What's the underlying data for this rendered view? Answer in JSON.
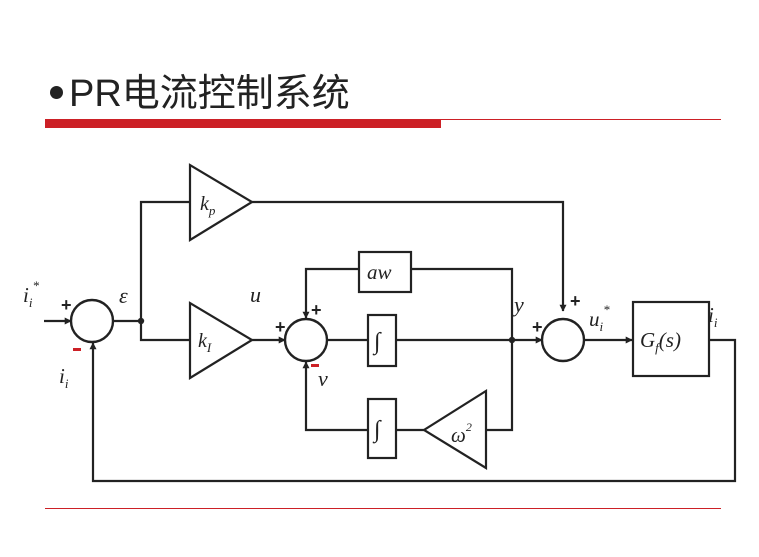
{
  "title": "PR电流控制系统",
  "colors": {
    "accent": "#cc2026",
    "line": "#222222"
  },
  "diagram": {
    "blocks": {
      "kp": {
        "main": "k",
        "sub": "p"
      },
      "kI": {
        "main": "k",
        "sub": "I"
      },
      "aw": "aw",
      "int1": "∫",
      "int2": "∫",
      "omega2": {
        "main": "ω",
        "sup": "2"
      },
      "gf": {
        "main": "G",
        "sub": "f",
        "tail": "(s)"
      }
    },
    "signals": {
      "input": {
        "main": "i",
        "sub": "i",
        "sup": "*"
      },
      "feedback": {
        "main": "i",
        "sub": "i"
      },
      "error": "ε",
      "u": "u",
      "v": "v",
      "y": "y",
      "uref": {
        "main": "u",
        "sub": "i",
        "sup": "*"
      },
      "output": {
        "main": "i",
        "sub": "i"
      }
    },
    "signs": {
      "plus": "+",
      "minus": "-"
    }
  }
}
